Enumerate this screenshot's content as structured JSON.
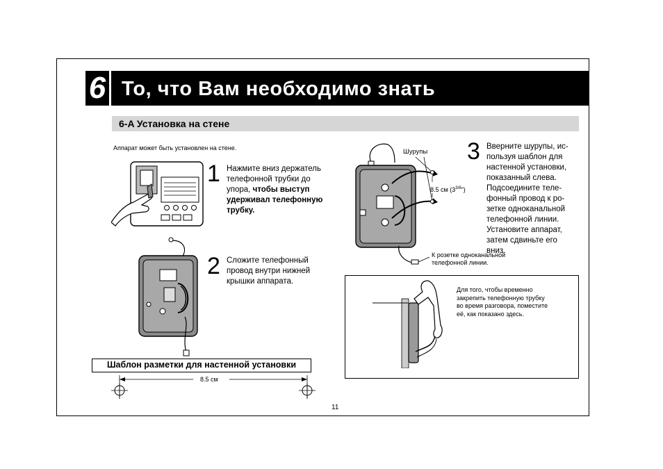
{
  "chapter": {
    "number": "6",
    "title": "То, что Вам необходимо знать"
  },
  "section": {
    "title": "6-A Установка на стене"
  },
  "intro": "Аппарат может быть установлен на стене.",
  "steps": [
    {
      "number": "1",
      "text_line1": "Нажмите вниз держатель",
      "text_line2": "телефонной трубки до",
      "text_line3_normal": "упора, ",
      "text_line3_bold": "чтобы выступ",
      "text_line4_bold": "удерживал телефонную",
      "text_line5_bold": "трубку."
    },
    {
      "number": "2",
      "lines": [
        "Сложите телефонный",
        "провод внутри нижней",
        "крышки аппарата."
      ]
    },
    {
      "number": "3",
      "lines": [
        "Вверните шурупы, ис-",
        "пользуя шаблон для",
        "настенной установки,",
        "показанный слева.",
        "Подсоедините теле-",
        "фонный провод к ро-",
        "зетке одноканальной",
        "телефонной линии.",
        "Установите аппарат,",
        "затем сдвиньте его",
        "вниз."
      ]
    }
  ],
  "labels": {
    "screws": "Шурупы",
    "distance": "8.5 см (3",
    "distance_fraction": "3/8",
    "distance_end": "\")",
    "outlet_line1": "К розетке одноканальной",
    "outlet_line2": "телефонной линии."
  },
  "note": {
    "lines": [
      "Для того, чтобы временно",
      "закрепить телефонную трубку",
      "во время разговора, поместите",
      "её, как показано здесь."
    ]
  },
  "template": {
    "label": "Шаблон разметки для настенной установки",
    "distance": "8.5 см"
  },
  "page_number": "11"
}
